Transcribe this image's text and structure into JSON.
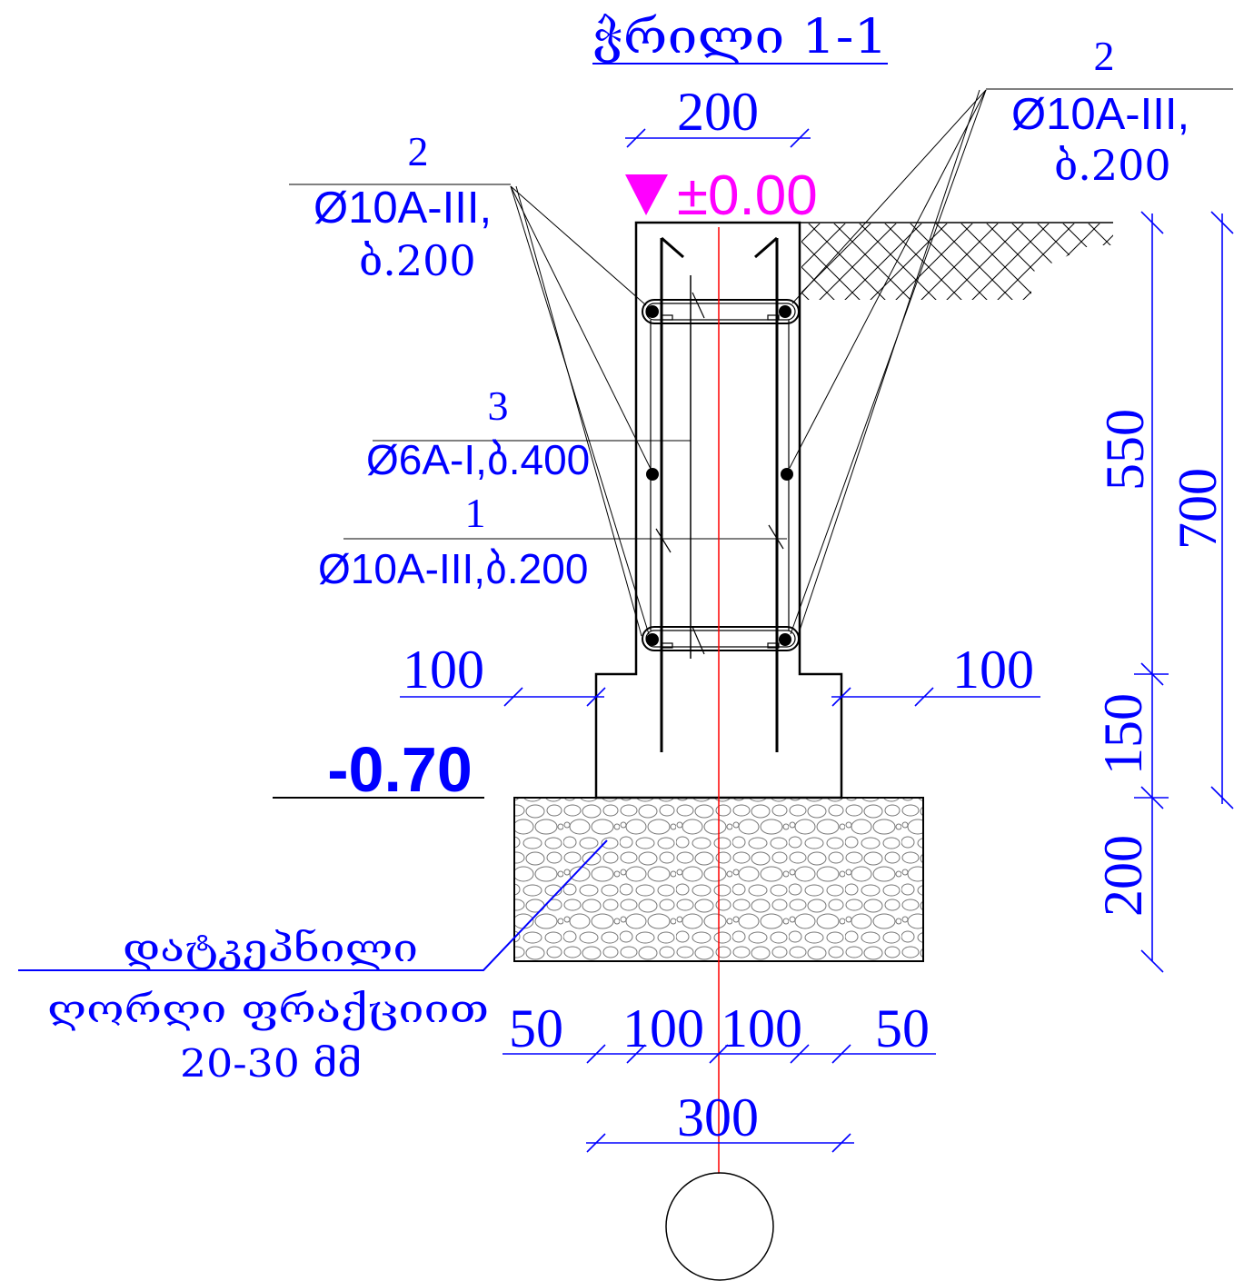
{
  "title": "ჭრილი 1-1",
  "levels": {
    "top": "±0.00",
    "bottom": "-0.70"
  },
  "rebar_labels": {
    "left_longitudinal": {
      "mark": "2",
      "spec": "Ø10A-III,",
      "spacing": "ბ.200"
    },
    "right_longitudinal": {
      "mark": "2",
      "spec": "Ø10A-III,",
      "spacing": "ბ.200"
    },
    "stirrup": {
      "mark": "3",
      "spec": "Ø6A-I,ბ.400"
    },
    "transverse": {
      "mark": "1",
      "spec": "Ø10A-III,ბ.200"
    }
  },
  "dimensions": {
    "wall_width": "200",
    "step_left": "100",
    "step_right": "100",
    "bottom_chain": [
      "50",
      "100",
      "100",
      "50"
    ],
    "footing_width": "300",
    "wall_height": "550",
    "footing_height": "150",
    "bed_height": "200",
    "total_height": "700"
  },
  "base_note": [
    "დატკეპნილი",
    "ღორღი ფრაქციით",
    "20-30 მმ"
  ],
  "colors": {
    "annotation": "#0000ff",
    "level_mark": "#ff00ff",
    "axis": "#ff0000",
    "linework": "#000000"
  }
}
